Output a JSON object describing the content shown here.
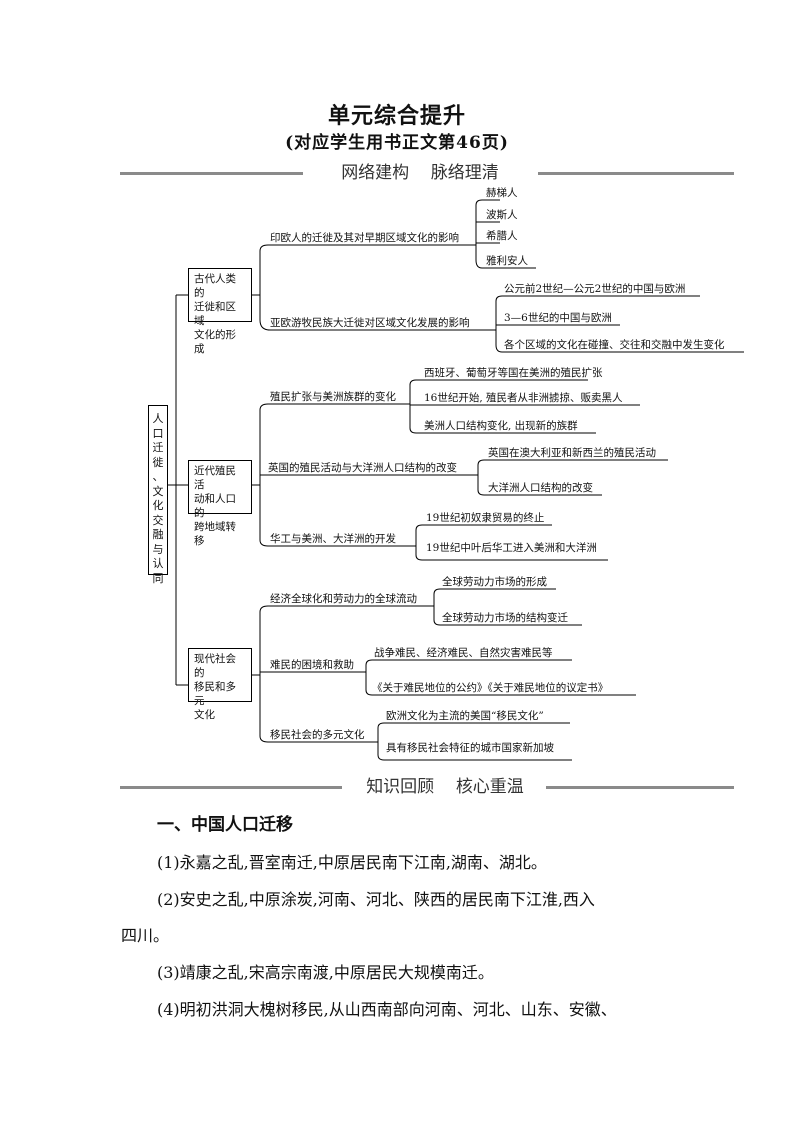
{
  "header": {
    "title": "单元综合提升",
    "subtitle": "(对应学生用书正文第46页)"
  },
  "banner1": {
    "left": "网络建构",
    "right": "脉络理清"
  },
  "banner2": {
    "left": "知识回顾",
    "right": "核心重温"
  },
  "mindmap": {
    "root": [
      "人",
      "口",
      "迁",
      "徙",
      "、",
      "文",
      "化",
      "交",
      "融",
      "与",
      "认",
      "同"
    ],
    "branches": [
      {
        "label": "古代人类的迁徙和区域文化的形成",
        "label_lines": [
          "古代人类的",
          "迁徙和区域",
          "文化的形成"
        ],
        "subs": [
          {
            "label": "印欧人的迁徙及其对早期区域文化的影响",
            "leaves": [
              "赫梯人",
              "波斯人",
              "希腊人",
              "雅利安人"
            ]
          },
          {
            "label": "亚欧游牧民族大迁徙对区域文化发展的影响",
            "leaves": [
              "公元前2世纪—公元2世纪的中国与欧洲",
              "3—6世纪的中国与欧洲",
              "各个区域的文化在碰撞、交往和交融中发生变化"
            ]
          }
        ]
      },
      {
        "label": "近代殖民活动和人口的跨地域转移",
        "label_lines": [
          "近代殖民活",
          "动和人口的",
          "跨地域转移"
        ],
        "subs": [
          {
            "label": "殖民扩张与美洲族群的变化",
            "leaves": [
              "西班牙、葡萄牙等国在美洲的殖民扩张",
              "16世纪开始, 殖民者从非洲掳掠、贩卖黑人",
              "美洲人口结构变化, 出现新的族群"
            ]
          },
          {
            "label": "英国的殖民活动与大洋洲人口结构的改变",
            "leaves": [
              "英国在澳大利亚和新西兰的殖民活动",
              "大洋洲人口结构的改变"
            ]
          },
          {
            "label": "华工与美洲、大洋洲的开发",
            "leaves": [
              "19世纪初奴隶贸易的终止",
              "19世纪中叶后华工进入美洲和大洋洲"
            ]
          }
        ]
      },
      {
        "label": "现代社会的移民和多元文化",
        "label_lines": [
          "现代社会的",
          "移民和多元",
          "文化"
        ],
        "subs": [
          {
            "label": "经济全球化和劳动力的全球流动",
            "leaves": [
              "全球劳动力市场的形成",
              "全球劳动力市场的结构变迁"
            ]
          },
          {
            "label": "难民的困境和救助",
            "leaves": [
              "战争难民、经济难民、自然灾害难民等",
              "《关于难民地位的公约》《关于难民地位的议定书》"
            ]
          },
          {
            "label": "移民社会的多元文化",
            "leaves": [
              "欧洲文化为主流的美国“移民文化”",
              "具有移民社会特征的城市国家新加坡"
            ]
          }
        ]
      }
    ]
  },
  "section": {
    "heading": "一、中国人口迁移",
    "items": [
      "(1)永嘉之乱,晋室南迁,中原居民南下江南,湖南、湖北。",
      "(2)安史之乱,中原涂炭,河南、河北、陕西的居民南下江淮,西入",
      "四川。",
      "(3)靖康之乱,宋高宗南渡,中原居民大规模南迁。",
      "(4)明初洪洞大槐树移民,从山西南部向河南、河北、山东、安徽、"
    ]
  }
}
